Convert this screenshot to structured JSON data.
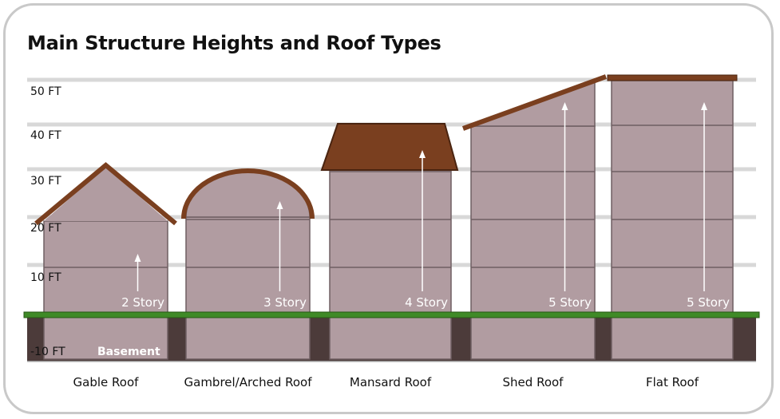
{
  "title": "Main Structure Heights and Roof Types",
  "colors": {
    "wall": "#b19ca1",
    "wall_line": "#6f5f62",
    "roof": "#7a3f1f",
    "roof_dark": "#4a2410",
    "ground": "#3f8a27",
    "ground_dark": "#275816",
    "basement_gap": "#4c3b3a",
    "gridline": "#d8d8d8"
  },
  "y_axis": {
    "unit": "FT",
    "ticks": [
      "50 FT",
      "40 FT",
      "30 FT",
      "20 FT",
      "10 FT",
      "-10 FT"
    ],
    "range": [
      -10,
      52
    ]
  },
  "basement_label": "Basement",
  "structures": [
    {
      "name": "Gable Roof",
      "stories": 2,
      "story_label": "2 Story",
      "roof_type": "gable"
    },
    {
      "name": "Gambrel/Arched Roof",
      "stories": 3,
      "story_label": "3 Story",
      "roof_type": "arched"
    },
    {
      "name": "Mansard Roof",
      "stories": 4,
      "story_label": "4 Story",
      "roof_type": "mansard"
    },
    {
      "name": "Shed Roof",
      "stories": 5,
      "story_label": "5 Story",
      "roof_type": "shed"
    },
    {
      "name": "Flat Roof",
      "stories": 5,
      "story_label": "5 Story",
      "roof_type": "flat"
    }
  ]
}
